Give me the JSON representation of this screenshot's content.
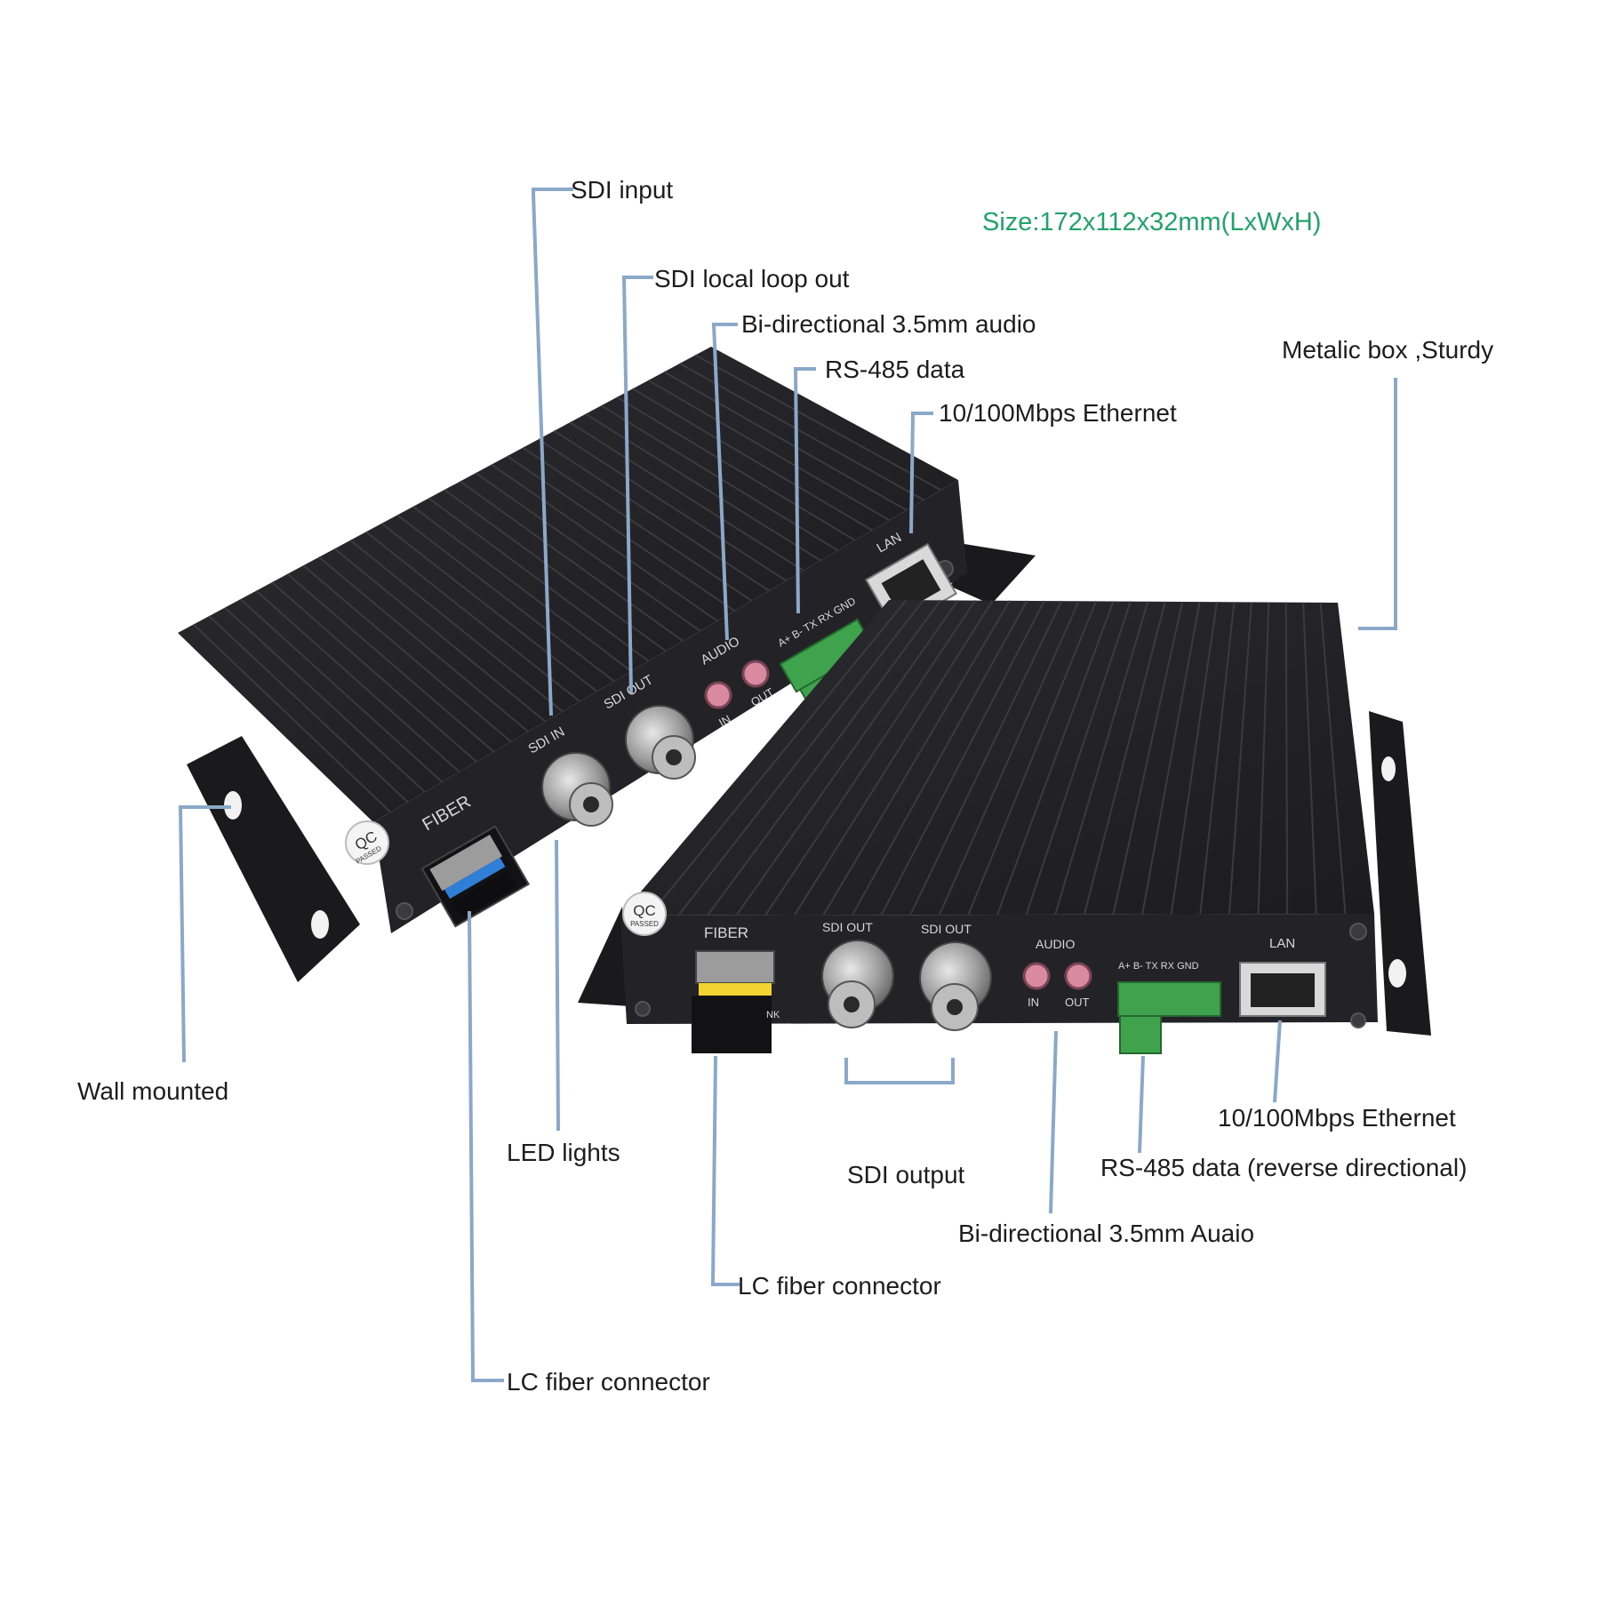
{
  "size_note": "Size:172x112x32mm(LxWxH)",
  "callouts": {
    "sdi_input": "SDI input",
    "sdi_loop_out": "SDI local loop out",
    "audio_top": "Bi-directional 3.5mm audio",
    "rs485_top": "RS-485 data",
    "ethernet_top": "10/100Mbps Ethernet",
    "metal_box": "Metalic box ,Sturdy",
    "wall_mounted": "Wall mounted",
    "led_lights": "LED lights",
    "sdi_output": "SDI output",
    "ethernet_bottom": "10/100Mbps Ethernet",
    "rs485_bottom": "RS-485 data (reverse directional)",
    "audio_bottom": "Bi-directional 3.5mm Auaio",
    "lc_fiber_front": "LC fiber connector",
    "lc_fiber_back": "LC fiber connector"
  },
  "back_unit": {
    "fiber": "FIBER",
    "sdi_in": "SDI IN",
    "sdi_out": "SDI OUT",
    "audio": "AUDIO",
    "audio_in": "IN",
    "audio_out": "OUT",
    "rs485_pins": "A+ B- TX RX GND",
    "lan": "LAN",
    "qc": "QC",
    "qc_passed": "PASSED"
  },
  "front_unit": {
    "fiber": "FIBER",
    "sdi_out_1": "SDI OUT",
    "sdi_out_2": "SDI OUT",
    "audio": "AUDIO",
    "audio_in": "IN",
    "audio_out": "OUT",
    "rs485_pins": "A+ B- TX RX GND",
    "lan": "LAN",
    "qc": "QC",
    "qc_passed": "PASSED",
    "link": "NK"
  },
  "colors": {
    "leader_line": "#8aa8c8",
    "size_note": "#20a36b",
    "case": "#1f1f22",
    "terminal": "#3fa34d",
    "audio_jack": "#d98aa0",
    "sfp_blue": "#2f7fd8",
    "sfp_yellow": "#f2d230"
  }
}
